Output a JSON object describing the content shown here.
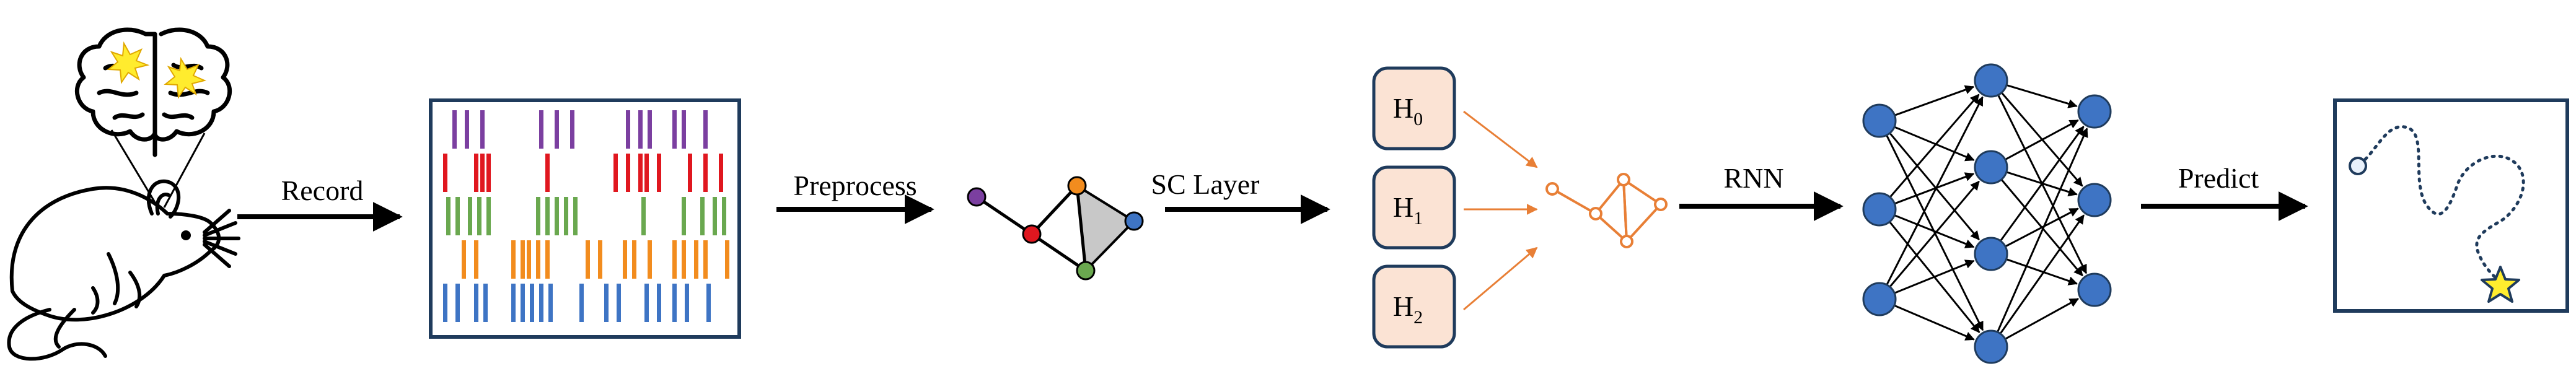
{
  "steps": {
    "record": "Record",
    "preprocess": "Preprocess",
    "sc_layer": "SC Layer",
    "rnn": "RNN",
    "predict": "Predict"
  },
  "homology": [
    {
      "base": "H",
      "sub": "0"
    },
    {
      "base": "H",
      "sub": "1"
    },
    {
      "base": "H",
      "sub": "2"
    }
  ],
  "spike_rows": [
    {
      "color": "#7b3fa0",
      "x": [
        730,
        750,
        775,
        870,
        895,
        920,
        1010,
        1030,
        1045,
        1085,
        1100,
        1135
      ]
    },
    {
      "color": "#e0171f",
      "x": [
        715,
        765,
        775,
        785,
        880,
        990,
        1010,
        1030,
        1040,
        1060,
        1110,
        1135,
        1160
      ]
    },
    {
      "color": "#6aa84f",
      "x": [
        720,
        735,
        755,
        770,
        785,
        865,
        880,
        895,
        910,
        925,
        1035,
        1100,
        1130,
        1150,
        1165
      ]
    },
    {
      "color": "#f28c1e",
      "x": [
        745,
        765,
        825,
        840,
        850,
        865,
        880,
        945,
        965,
        1005,
        1020,
        1045,
        1085,
        1100,
        1120,
        1135,
        1170
      ]
    },
    {
      "color": "#3e74c4",
      "x": [
        715,
        735,
        765,
        780,
        825,
        840,
        855,
        870,
        885,
        935,
        975,
        995,
        1040,
        1060,
        1085,
        1105,
        1140
      ]
    }
  ],
  "colors": {
    "purple": "#7b3fa0",
    "red": "#e0171f",
    "orange": "#f28c1e",
    "green": "#6aa84f",
    "blue": "#3e74c4",
    "panel_border": "#1f3b5c",
    "h_box_fill": "#fbe3d4",
    "sc_orange": "#e87f36",
    "node_blue": "#3e74c4",
    "star": "#ffec2e"
  }
}
